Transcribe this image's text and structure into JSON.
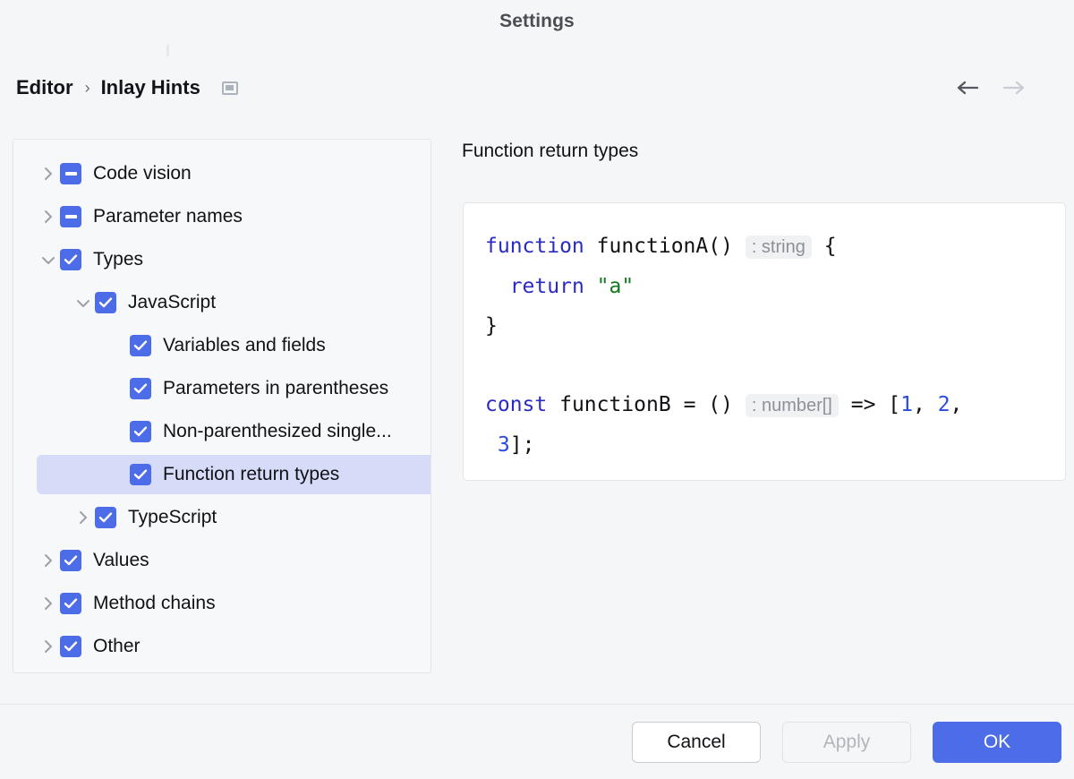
{
  "window": {
    "title": "Settings"
  },
  "header": {
    "breadcrumb": {
      "root": "Editor",
      "separator": "›",
      "leaf": "Inlay Hints"
    },
    "panel_toggle_icon": "panel-layout-icon",
    "nav": {
      "back_icon": "arrow-left-icon",
      "back_enabled": true,
      "forward_icon": "arrow-right-icon",
      "forward_enabled": false
    }
  },
  "tree": {
    "rows": [
      {
        "label": "Code vision",
        "indent": 0,
        "chevron": "right",
        "check": "indeterminate",
        "selected": false
      },
      {
        "label": "Parameter names",
        "indent": 0,
        "chevron": "right",
        "check": "indeterminate",
        "selected": false
      },
      {
        "label": "Types",
        "indent": 0,
        "chevron": "down",
        "check": "checked",
        "selected": false
      },
      {
        "label": "JavaScript",
        "indent": 1,
        "chevron": "down",
        "check": "checked",
        "selected": false
      },
      {
        "label": "Variables and fields",
        "indent": 2,
        "chevron": "none",
        "check": "checked",
        "selected": false
      },
      {
        "label": "Parameters in parentheses",
        "indent": 2,
        "chevron": "none",
        "check": "checked",
        "selected": false
      },
      {
        "label": "Non-parenthesized single...",
        "indent": 2,
        "chevron": "none",
        "check": "checked",
        "selected": false
      },
      {
        "label": "Function return types",
        "indent": 2,
        "chevron": "none",
        "check": "checked",
        "selected": true
      },
      {
        "label": "TypeScript",
        "indent": 1,
        "chevron": "right",
        "check": "checked",
        "selected": false
      },
      {
        "label": "Values",
        "indent": 0,
        "chevron": "right",
        "check": "checked",
        "selected": false
      },
      {
        "label": "Method chains",
        "indent": 0,
        "chevron": "right",
        "check": "checked",
        "selected": false
      },
      {
        "label": "Other",
        "indent": 0,
        "chevron": "right",
        "check": "checked",
        "selected": false
      }
    ]
  },
  "detail": {
    "title": "Function return types",
    "code": {
      "line1": {
        "kw": "function",
        "name": " functionA()",
        "hint": ": string",
        "tail": " {"
      },
      "line2": {
        "kw": "return",
        "str": "\"a\""
      },
      "line3": "}",
      "line4": {
        "kw": "const",
        "name": " functionB = ()",
        "hint": ": number[]",
        "arrow": " => [",
        "n1": "1",
        "sep1": ", ",
        "n2": "2",
        "sep2": ","
      },
      "line5": {
        "n3": "3",
        "tail": "];"
      }
    }
  },
  "footer": {
    "cancel_label": "Cancel",
    "apply_label": "Apply",
    "apply_enabled": false,
    "ok_label": "OK"
  },
  "colors": {
    "accent": "#4c6ce8",
    "selection": "#d6dcf8",
    "background": "#f5f6f8",
    "keyword": "#2b2bc4",
    "string": "#127a1f",
    "number": "#2b4ae0",
    "hint_text": "#8d9099",
    "hint_bg": "#f0f1f3"
  }
}
